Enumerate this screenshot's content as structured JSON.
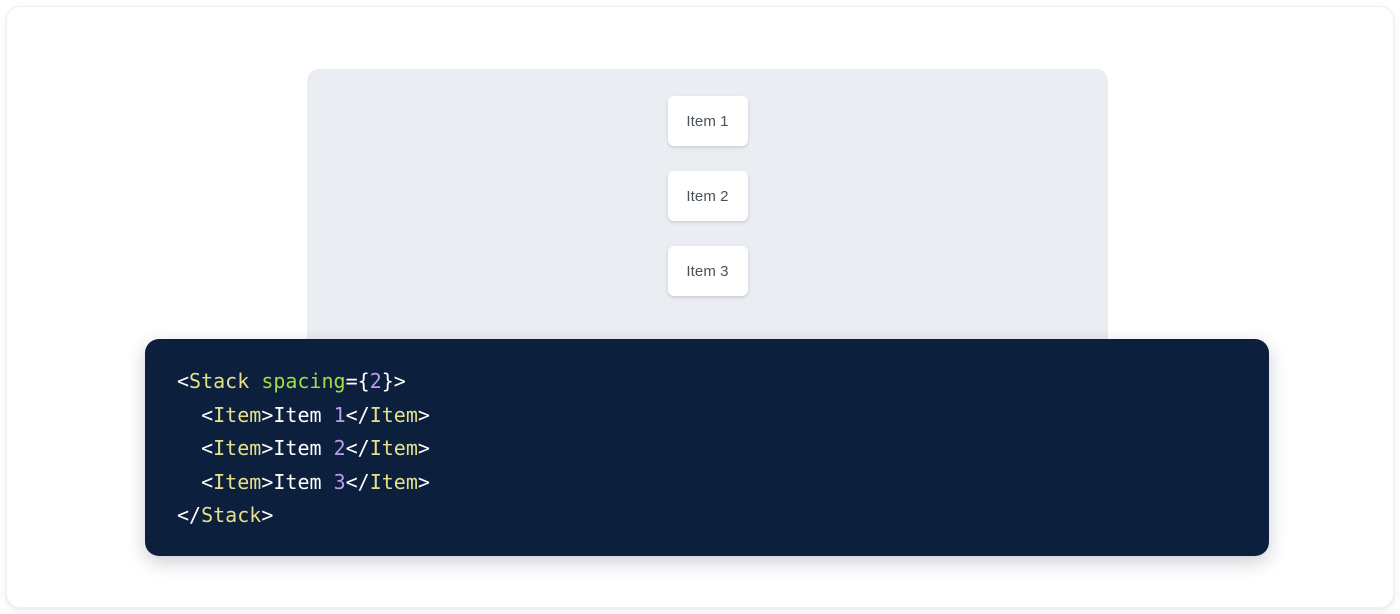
{
  "colors": {
    "page_background": "#ffffff",
    "card_background": "#ffffff",
    "preview_panel": "#eaedf2",
    "item_card": "#ffffff",
    "item_text": "#4b5159",
    "code_background": "#0c1f3d",
    "code_default": "#ffffff",
    "code_tag": "#e6e08a",
    "code_attribute": "#9ede4a",
    "code_number": "#bd9bef"
  },
  "preview": {
    "component_name": "Stack",
    "items": [
      {
        "label": "Item 1"
      },
      {
        "label": "Item 2"
      },
      {
        "label": "Item 3"
      }
    ]
  },
  "code": {
    "language": "jsx",
    "lines": [
      {
        "indent": "",
        "tokens": [
          {
            "text": "<",
            "type": "punct"
          },
          {
            "text": "Stack",
            "type": "tag"
          },
          {
            "text": " ",
            "type": "punct"
          },
          {
            "text": "spacing",
            "type": "attr"
          },
          {
            "text": "={",
            "type": "punct"
          },
          {
            "text": "2",
            "type": "num"
          },
          {
            "text": "}>",
            "type": "punct"
          }
        ]
      },
      {
        "indent": "  ",
        "tokens": [
          {
            "text": "<",
            "type": "punct"
          },
          {
            "text": "Item",
            "type": "tag"
          },
          {
            "text": ">",
            "type": "punct"
          },
          {
            "text": "Item ",
            "type": "text"
          },
          {
            "text": "1",
            "type": "num"
          },
          {
            "text": "</",
            "type": "punct"
          },
          {
            "text": "Item",
            "type": "tag"
          },
          {
            "text": ">",
            "type": "punct"
          }
        ]
      },
      {
        "indent": "  ",
        "tokens": [
          {
            "text": "<",
            "type": "punct"
          },
          {
            "text": "Item",
            "type": "tag"
          },
          {
            "text": ">",
            "type": "punct"
          },
          {
            "text": "Item ",
            "type": "text"
          },
          {
            "text": "2",
            "type": "num"
          },
          {
            "text": "</",
            "type": "punct"
          },
          {
            "text": "Item",
            "type": "tag"
          },
          {
            "text": ">",
            "type": "punct"
          }
        ]
      },
      {
        "indent": "  ",
        "tokens": [
          {
            "text": "<",
            "type": "punct"
          },
          {
            "text": "Item",
            "type": "tag"
          },
          {
            "text": ">",
            "type": "punct"
          },
          {
            "text": "Item ",
            "type": "text"
          },
          {
            "text": "3",
            "type": "num"
          },
          {
            "text": "</",
            "type": "punct"
          },
          {
            "text": "Item",
            "type": "tag"
          },
          {
            "text": ">",
            "type": "punct"
          }
        ]
      },
      {
        "indent": "",
        "tokens": [
          {
            "text": "</",
            "type": "punct"
          },
          {
            "text": "Stack",
            "type": "tag"
          },
          {
            "text": ">",
            "type": "punct"
          }
        ]
      }
    ]
  }
}
